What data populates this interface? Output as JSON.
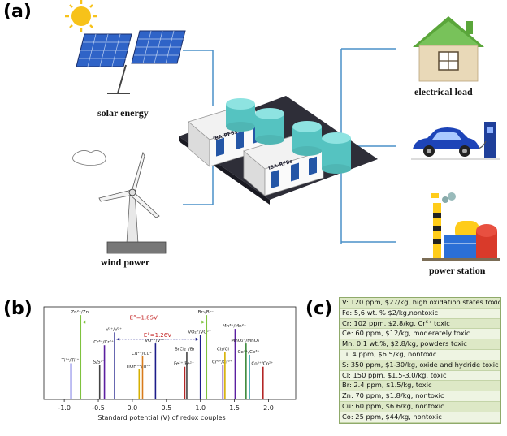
{
  "panels": {
    "a": "(a)",
    "b": "(b)",
    "c": "(c)"
  },
  "labels": {
    "solar": "solar energy",
    "wind": "wind power",
    "load": "electrical load",
    "station": "power station",
    "tank_label": "IBA-RFBs"
  },
  "chart_data": {
    "type": "bar",
    "xlabel": "Standard potential (V) of redox couples",
    "xlim": [
      -1.3,
      2.4
    ],
    "xticks": [
      -1.0,
      -0.5,
      0.0,
      0.5,
      1.0,
      1.5,
      2.0
    ],
    "xtick_labels": [
      "-1.0",
      "-0.5",
      "0.0",
      "0.5",
      "1.0",
      "1.5",
      "2.0"
    ],
    "couples": [
      {
        "label": "Ti³⁺/Ti²⁺",
        "x": -0.9,
        "height": 0.42,
        "color": "#2b2bd6"
      },
      {
        "label": "Zn²⁺/Zn",
        "x": -0.76,
        "height": 0.98,
        "color": "#7ec23e"
      },
      {
        "label": "S/S²⁻",
        "x": -0.48,
        "height": 0.4,
        "color": "#444444"
      },
      {
        "label": "Cr³⁺/Cr²⁺",
        "x": -0.41,
        "height": 0.63,
        "color": "#5a1fa0"
      },
      {
        "label": "V³⁺/V²⁺",
        "x": -0.26,
        "height": 0.78,
        "color": "#1c1c8a"
      },
      {
        "label": "TiOH³⁺/Ti³⁺",
        "x": 0.1,
        "height": 0.35,
        "color": "#d6b000"
      },
      {
        "label": "Cu²⁺/Cu⁺",
        "x": 0.15,
        "height": 0.5,
        "color": "#d87a1a"
      },
      {
        "label": "VO²⁺/V³⁺",
        "x": 0.34,
        "height": 0.65,
        "color": "#1c1c8a"
      },
      {
        "label": "Fe³⁺/Fe²⁺",
        "x": 0.77,
        "height": 0.38,
        "color": "#b32626"
      },
      {
        "label": "BrCl₂⁻/Br⁻",
        "x": 0.8,
        "height": 0.55,
        "color": "#444444"
      },
      {
        "label": "VO₂⁺/VO²⁺",
        "x": 1.0,
        "height": 0.75,
        "color": "#1c1c8a"
      },
      {
        "label": "Br₂/Br⁻",
        "x": 1.09,
        "height": 0.98,
        "color": "#7ec23e"
      },
      {
        "label": "Cr⁶⁺/Cr³⁺",
        "x": 1.33,
        "height": 0.4,
        "color": "#5a1fa0"
      },
      {
        "label": "Cl₂/Cl⁻",
        "x": 1.36,
        "height": 0.55,
        "color": "#d6b000"
      },
      {
        "label": "Mn³⁺/Mn²⁺",
        "x": 1.51,
        "height": 0.82,
        "color": "#5a1fa0"
      },
      {
        "label": "MnO₂⁻/MnO₂",
        "x": 1.67,
        "height": 0.65,
        "color": "#3a8a3a"
      },
      {
        "label": "Ce⁴⁺/Ce³⁺",
        "x": 1.72,
        "height": 0.52,
        "color": "#2f9ea8"
      },
      {
        "label": "Co³⁺/Co²⁺",
        "x": 1.92,
        "height": 0.38,
        "color": "#b32626"
      }
    ],
    "annotations": [
      {
        "text": "E°=1.85V",
        "from": -0.76,
        "to": 1.09,
        "color": "#c21f1f",
        "line_color": "#7ec23e"
      },
      {
        "text": "E°=1.26V",
        "from": -0.26,
        "to": 1.0,
        "color": "#c21f1f",
        "line_color": "#1c1c8a"
      }
    ]
  },
  "table_c": {
    "rows": [
      "V: 120 ppm, $27/kg, high oxidation states toxic",
      "Fe: 5,6 wt. % $2/kg,nontoxic",
      "Cr: 102 ppm, $2.8/kg, Cr⁶⁺ toxic",
      "Ce: 60 ppm, $12/kg, moderately toxic",
      "Mn: 0.1 wt.%, $2.8/kg, powders toxic",
      "Ti: 4 ppm, $6.5/kg, nontoxic",
      "S: 350 ppm, $1-30/kg, oxide and hydride toxic",
      "Cl: 150 ppm, $1.5-3.0/kg, toxic",
      "Br: 2.4 ppm, $1.5/kg, toxic",
      "Zn: 70 ppm, $1.8/kg, nontoxic",
      "Cu: 60 ppm, $6.6/kg, nontoxic",
      "Co: 25 ppm, $44/kg, nontoxic"
    ]
  },
  "colors": {
    "line": "#4a90c8",
    "tank": "#6fd3d1",
    "platform": "#2e2e38"
  }
}
